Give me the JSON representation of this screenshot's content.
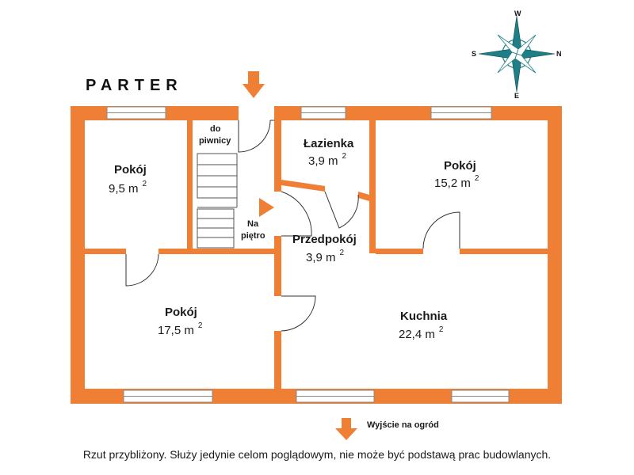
{
  "plan": {
    "title": "PARTER",
    "rooms": [
      {
        "name": "Pokój",
        "area": "9,5 m",
        "sup": "2"
      },
      {
        "name": "Łazienka",
        "area": "3,9 m",
        "sup": "2"
      },
      {
        "name": "Pokój",
        "area": "15,2 m",
        "sup": "2"
      },
      {
        "name": "Przedpokój",
        "area": "3,9 m",
        "sup": "2"
      },
      {
        "name": "Pokój",
        "area": "17,5 m",
        "sup": "2"
      },
      {
        "name": "Kuchnia",
        "area": "22,4 m",
        "sup": "2"
      }
    ],
    "labels": {
      "basement_line1": "do",
      "basement_line2": "piwnicy",
      "upstairs_line1": "Na",
      "upstairs_line2": "piętro",
      "garden_exit": "Wyjście na ogród"
    },
    "compass": {
      "top": "W",
      "left": "S",
      "right": "N",
      "bottom": "E"
    },
    "colors": {
      "wall": "#ef7f35",
      "arrow": "#ef7f35",
      "compass": "#1f7f86"
    }
  },
  "disclaimer": "Rzut przybliżony. Służy jedynie celom poglądowym, nie może być podstawą prac budowlanych."
}
